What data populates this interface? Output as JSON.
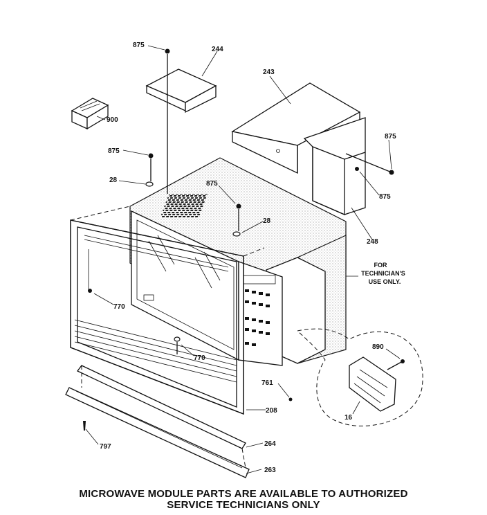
{
  "diagram": {
    "header_marks": "",
    "parts": {
      "p875_top": "875",
      "p244": "244",
      "p243": "243",
      "p900": "900",
      "p875_right": "875",
      "p875_left": "875",
      "p875_right2": "875",
      "p28_left": "28",
      "p875_mid": "875",
      "p28_mid": "28",
      "p248": "248",
      "p770_left": "770",
      "p770_mid": "770",
      "p890": "890",
      "p761": "761",
      "p208": "208",
      "p16": "16",
      "p797": "797",
      "p264": "264",
      "p263": "263"
    },
    "note_lines": [
      "FOR",
      "TECHNICIAN'S",
      "USE ONLY."
    ]
  },
  "caption": {
    "line1": "MICROWAVE MODULE PARTS ARE AVAILABLE TO AUTHORIZED",
    "line2": "SERVICE TECHNICIANS ONLY"
  }
}
